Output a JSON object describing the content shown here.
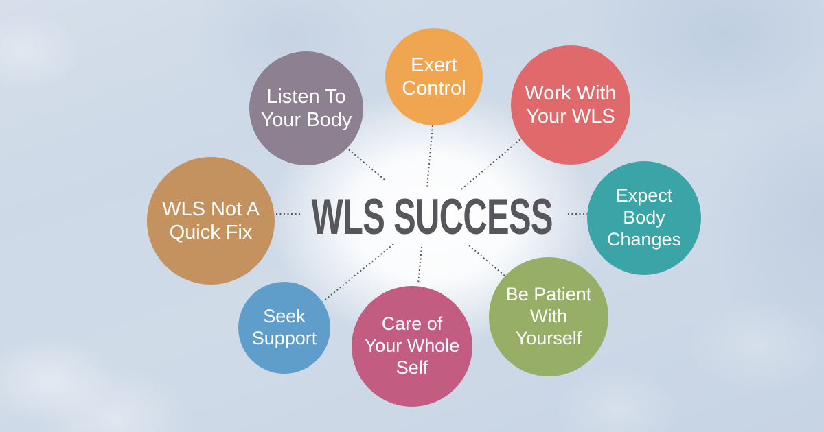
{
  "title": "WLS SUCCESS",
  "title_color": "#57565a",
  "connector_color": "#5a5a5a",
  "node_text_color": "#ffffff",
  "nodes": [
    {
      "id": "listen-to-your-body",
      "label": "Listen To\nYour Body",
      "color": "#8d8090"
    },
    {
      "id": "exert-control",
      "label": "Exert\nControl",
      "color": "#f0a551"
    },
    {
      "id": "work-with-your-wls",
      "label": "Work With\nYour WLS",
      "color": "#e0696c"
    },
    {
      "id": "expect-body-changes",
      "label": "Expect\nBody\nChanges",
      "color": "#3aa4a7"
    },
    {
      "id": "be-patient-with-yourself",
      "label": "Be Patient\nWith\nYourself",
      "color": "#96ae66"
    },
    {
      "id": "care-of-your-whole-self",
      "label": "Care of\nYour Whole\nSelf",
      "color": "#c25c81"
    },
    {
      "id": "seek-support",
      "label": "Seek\nSupport",
      "color": "#5f9ecb"
    },
    {
      "id": "wls-not-a-quick-fix",
      "label": "WLS Not A\nQuick Fix",
      "color": "#c4925f"
    }
  ]
}
